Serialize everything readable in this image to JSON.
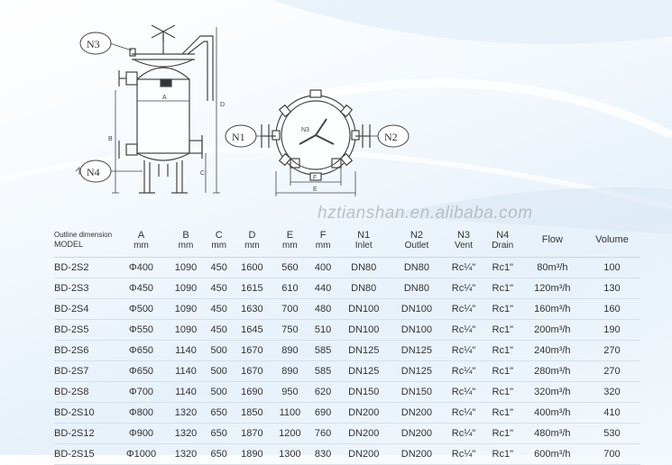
{
  "watermark": "hztianshan.en.alibaba.com",
  "diagram": {
    "callouts": {
      "n1": "N1",
      "n2": "N2",
      "n3": "N3",
      "n4": "N4",
      "n3_top": "N3"
    },
    "dims": {
      "a": "A",
      "b": "B",
      "c": "C",
      "d": "D",
      "e": "E",
      "f": "F"
    }
  },
  "table": {
    "outline_label": "Outline dimension",
    "model_label": "MODEL",
    "columns": [
      {
        "top": "A",
        "bottom": "mm"
      },
      {
        "top": "B",
        "bottom": "mm"
      },
      {
        "top": "C",
        "bottom": "mm"
      },
      {
        "top": "D",
        "bottom": "mm"
      },
      {
        "top": "E",
        "bottom": "mm"
      },
      {
        "top": "F",
        "bottom": "mm"
      },
      {
        "top": "N1",
        "bottom": "Inlet"
      },
      {
        "top": "N2",
        "bottom": "Outlet"
      },
      {
        "top": "N3",
        "bottom": "Vent"
      },
      {
        "top": "N4",
        "bottom": "Drain"
      },
      {
        "top": "Flow",
        "bottom": ""
      },
      {
        "top": "Volume",
        "bottom": ""
      }
    ],
    "rows": [
      {
        "model": "BD-2S2",
        "a": "Φ400",
        "b": "1090",
        "c": "450",
        "d": "1600",
        "e": "560",
        "f": "400",
        "n1": "DN80",
        "n2": "DN80",
        "n3": "Rc¼\"",
        "n4": "Rc1\"",
        "flow": "80m³/h",
        "volume": "100"
      },
      {
        "model": "BD-2S3",
        "a": "Φ450",
        "b": "1090",
        "c": "450",
        "d": "1615",
        "e": "610",
        "f": "440",
        "n1": "DN80",
        "n2": "DN80",
        "n3": "Rc¼\"",
        "n4": "Rc1\"",
        "flow": "120m³/h",
        "volume": "130"
      },
      {
        "model": "BD-2S4",
        "a": "Φ500",
        "b": "1090",
        "c": "450",
        "d": "1630",
        "e": "700",
        "f": "480",
        "n1": "DN100",
        "n2": "DN100",
        "n3": "Rc¼\"",
        "n4": "Rc1\"",
        "flow": "160m³/h",
        "volume": "160"
      },
      {
        "model": "BD-2S5",
        "a": "Φ550",
        "b": "1090",
        "c": "450",
        "d": "1645",
        "e": "750",
        "f": "510",
        "n1": "DN100",
        "n2": "DN100",
        "n3": "Rc¼\"",
        "n4": "Rc1\"",
        "flow": "200m³/h",
        "volume": "190"
      },
      {
        "model": "BD-2S6",
        "a": "Φ650",
        "b": "1140",
        "c": "500",
        "d": "1670",
        "e": "890",
        "f": "585",
        "n1": "DN125",
        "n2": "DN125",
        "n3": "Rc¼\"",
        "n4": "Rc1\"",
        "flow": "240m³/h",
        "volume": "270"
      },
      {
        "model": "BD-2S7",
        "a": "Φ650",
        "b": "1140",
        "c": "500",
        "d": "1670",
        "e": "890",
        "f": "585",
        "n1": "DN125",
        "n2": "DN125",
        "n3": "Rc¼\"",
        "n4": "Rc1\"",
        "flow": "280m³/h",
        "volume": "270"
      },
      {
        "model": "BD-2S8",
        "a": "Φ700",
        "b": "1140",
        "c": "500",
        "d": "1690",
        "e": "950",
        "f": "620",
        "n1": "DN150",
        "n2": "DN150",
        "n3": "Rc¼\"",
        "n4": "Rc1\"",
        "flow": "320m³/h",
        "volume": "320"
      },
      {
        "model": "BD-2S10",
        "a": "Φ800",
        "b": "1320",
        "c": "650",
        "d": "1850",
        "e": "1100",
        "f": "690",
        "n1": "DN200",
        "n2": "DN200",
        "n3": "Rc¼\"",
        "n4": "Rc1\"",
        "flow": "400m³/h",
        "volume": "410"
      },
      {
        "model": "BD-2S12",
        "a": "Φ900",
        "b": "1320",
        "c": "650",
        "d": "1870",
        "e": "1200",
        "f": "760",
        "n1": "DN200",
        "n2": "DN200",
        "n3": "Rc¼\"",
        "n4": "Rc1\"",
        "flow": "480m³/h",
        "volume": "530"
      },
      {
        "model": "BD-2S15",
        "a": "Φ1000",
        "b": "1320",
        "c": "650",
        "d": "1890",
        "e": "1300",
        "f": "830",
        "n1": "DN200",
        "n2": "DN200",
        "n3": "Rc¼\"",
        "n4": "Rc1\"",
        "flow": "600m³/h",
        "volume": "700"
      }
    ]
  }
}
